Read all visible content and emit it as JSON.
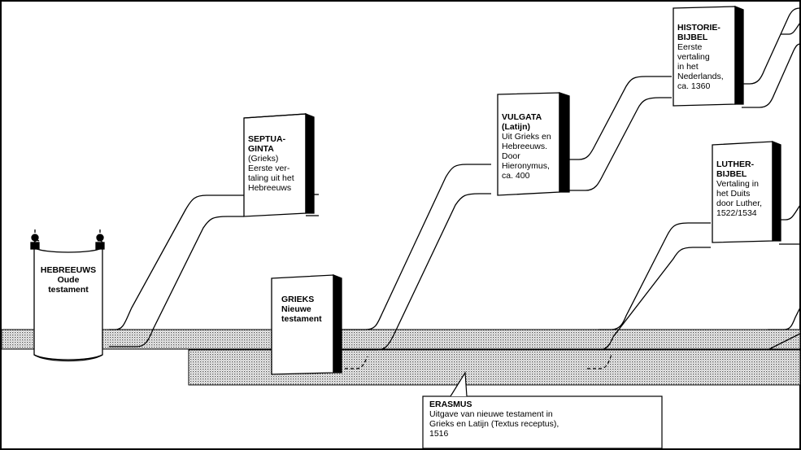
{
  "colors": {
    "band": "#d9d9d9",
    "ink": "#000000",
    "paper": "#ffffff"
  },
  "books": {
    "hebreeuws": {
      "title": "HEBREEUWS\nOude\ntestament",
      "desc": ""
    },
    "septuaginta": {
      "title": "SEPTUA-\nGINTA",
      "desc": "(Grieks)\nEerste ver-\ntaling uit het\nHebreeuws"
    },
    "grieks": {
      "title": "GRIEKS\nNieuwe\ntestament",
      "desc": ""
    },
    "vulgata": {
      "title": "VULGATA\n(Latijn)",
      "desc": "Uit Grieks en\nHebreeuws.\nDoor\nHieronymus,\nca. 400"
    },
    "historiebijbel": {
      "title": "HISTORIE-\nBIJBEL",
      "desc": "Eerste\nvertaling\nin het\nNederlands,\nca. 1360"
    },
    "lutherbijbel": {
      "title": "LUTHER-\nBIJBEL",
      "desc": "Vertaling in\nhet Duits\ndoor Luther,\n1522/1534"
    },
    "erasmus": {
      "title": "ERASMUS",
      "desc": "Uitgave van nieuwe testament in\nGrieks en Latijn (Textus receptus),\n1516"
    }
  }
}
